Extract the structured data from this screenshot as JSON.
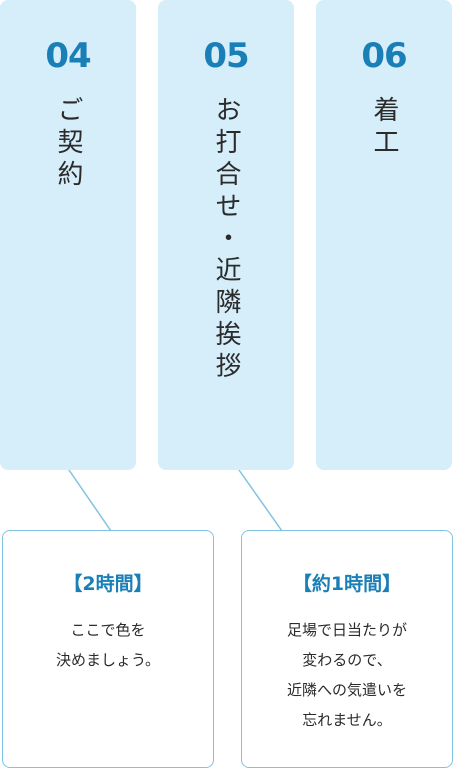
{
  "steps": [
    {
      "number": "04",
      "title": "ご契約"
    },
    {
      "number": "05",
      "title": "お打合せ・近隣挨拶"
    },
    {
      "number": "06",
      "title": "着工"
    }
  ],
  "notes": [
    {
      "title": "【2時間】",
      "lines": [
        "ここで色を",
        "決めましょう。"
      ]
    },
    {
      "title": "【約1時間】",
      "lines": [
        "足場で日当たりが",
        "変わるので、",
        "近隣への気遣いを",
        "忘れません。"
      ]
    }
  ],
  "colors": {
    "step_bg": "#d5eefa",
    "accent": "#1a7fb6",
    "note_border": "#82c2e2",
    "connector": "#82c2e2",
    "text": "#2b2b2b"
  }
}
